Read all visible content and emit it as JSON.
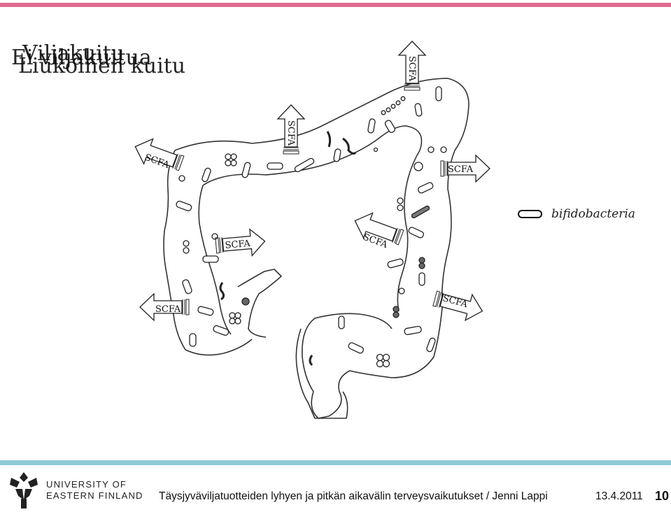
{
  "title_overlay": [
    "Ei viljakuitua",
    "Viljakuitu",
    "Liukoinen kuitu"
  ],
  "arrow_label": "SCFA",
  "legend": {
    "label": "bifidobacteria"
  },
  "footer": {
    "org_line1": "UNIVERSITY OF",
    "org_line2": "EASTERN FINLAND",
    "text": "Täysjyväviljatuotteiden lyhyen ja pitkän aikavälin terveysvaikutukset / Jenni Lappi",
    "date": "13.4.2011",
    "page": "10"
  },
  "colors": {
    "top_bar": "#e16a8e",
    "bottom_bar": "#8ec9d6"
  }
}
